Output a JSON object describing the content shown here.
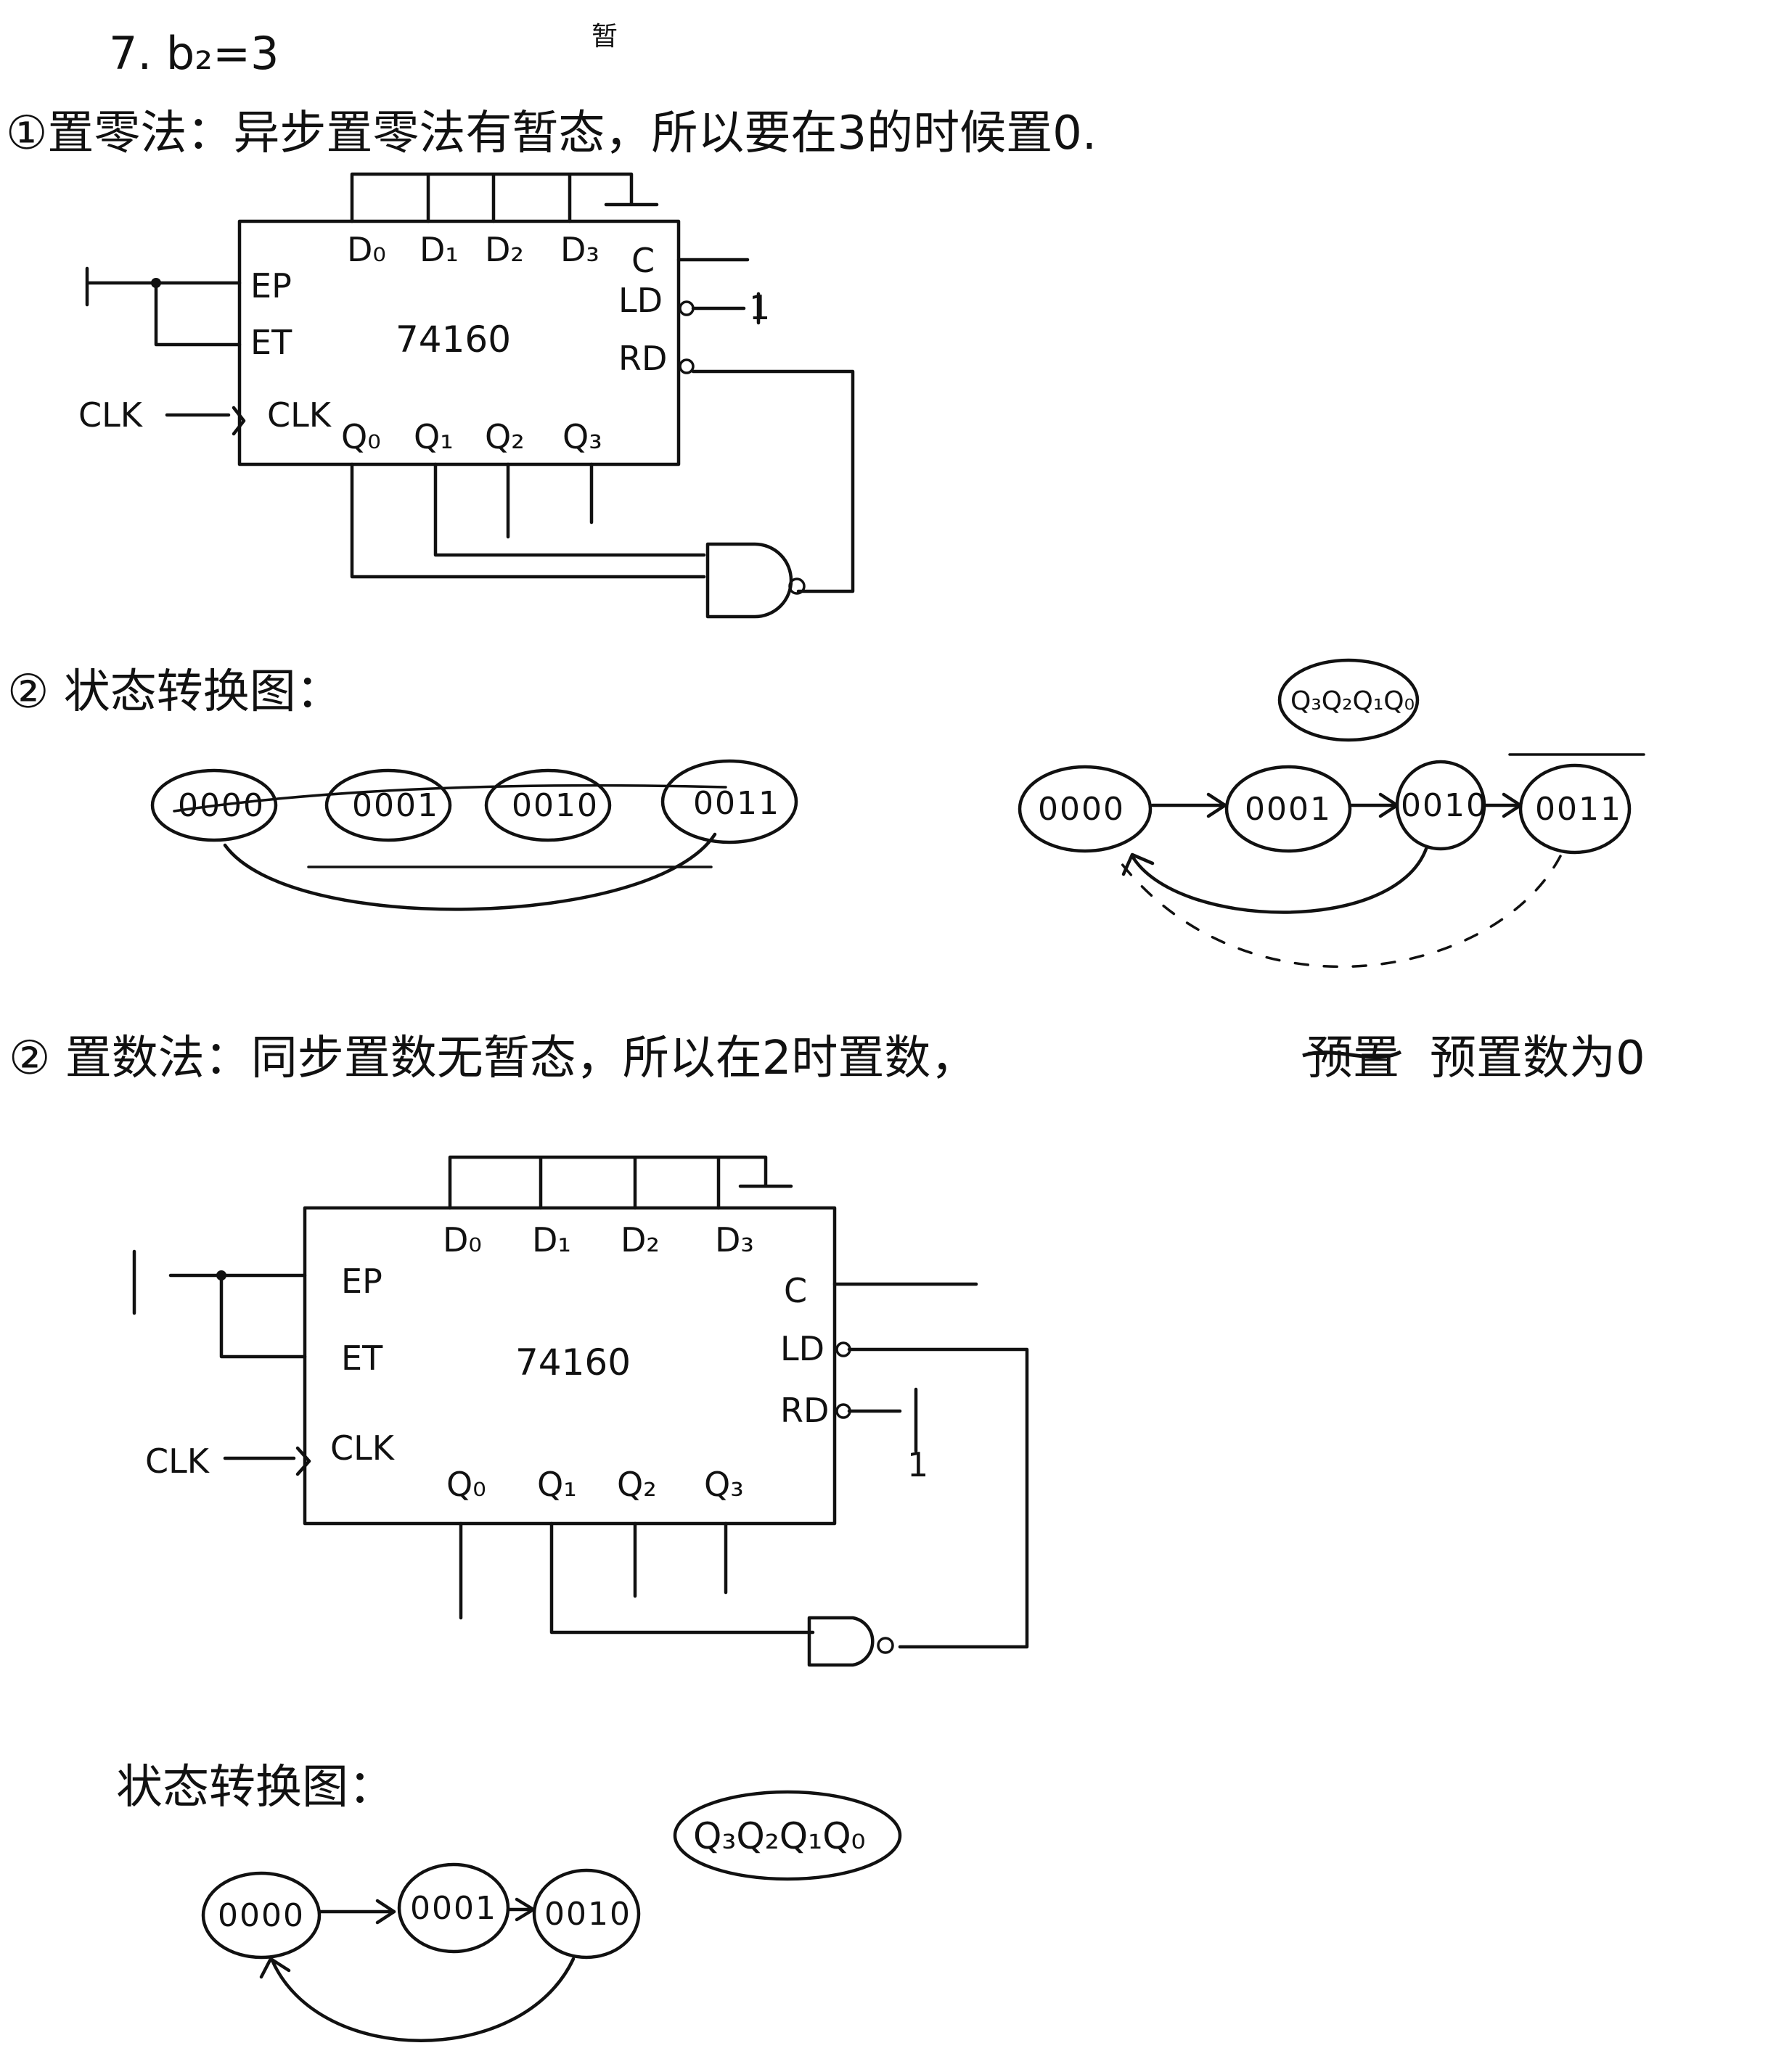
{
  "problem": {
    "title": "7. b₂=3",
    "correction_note": "暂"
  },
  "section1": {
    "heading": "①置零法：异步置零法有暂态，所以要在3的时候置0.",
    "chip": {
      "name": "74160",
      "inputs_top": [
        "D₀",
        "D₁",
        "D₂",
        "D₃"
      ],
      "left_pins": [
        "EP",
        "ET",
        "CLK"
      ],
      "right_pins": [
        "C",
        "LD",
        "RD"
      ],
      "outputs_bottom": [
        "Q₀",
        "Q₁",
        "Q₂",
        "Q₃"
      ],
      "clk_label": "CLK",
      "ld_tie": "1"
    },
    "state_heading": "② 状态转换图：",
    "states_sketch": [
      "0000",
      "0001",
      "0010",
      "0011"
    ],
    "states": [
      "0000",
      "0001",
      "0010",
      "0011"
    ],
    "state_legend": "Q₃Q₂Q₁Q₀"
  },
  "section2": {
    "heading": "② 置数法：同步置数无暂态，所以在2时置数，",
    "struck_text": "预置",
    "heading_tail": "预置数为0",
    "chip": {
      "name": "74160",
      "inputs_top": [
        "D₀",
        "D₁",
        "D₂",
        "D₃"
      ],
      "left_pins": [
        "EP",
        "ET",
        "CLK"
      ],
      "right_pins": [
        "C",
        "LD",
        "RD"
      ],
      "outputs_bottom": [
        "Q₀",
        "Q₁",
        "Q₂",
        "Q₃"
      ],
      "clk_label": "CLK",
      "rd_tie": "1"
    },
    "state_heading": "状态转换图：",
    "states": [
      "0000",
      "0001",
      "0010"
    ],
    "state_legend": "Q₃Q₂Q₁Q₀"
  }
}
